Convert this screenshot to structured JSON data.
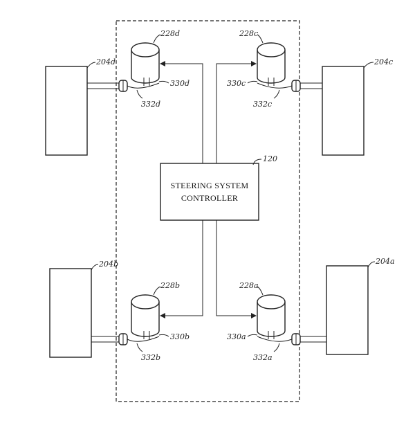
{
  "controller": {
    "line1": "STEERING SYSTEM",
    "line2": "CONTROLLER",
    "ref": "120"
  },
  "wheels": {
    "front_left": "204d",
    "front_right": "204c",
    "rear_left": "204b",
    "rear_right": "204a"
  },
  "actuators": {
    "front_left": "228d",
    "front_right": "228c",
    "rear_left": "228b",
    "rear_right": "228a"
  },
  "shafts": {
    "front_left": "330d",
    "front_right": "330c",
    "rear_left": "330b",
    "rear_right": "330a"
  },
  "joints": {
    "front_left": "332d",
    "front_right": "332c",
    "rear_left": "332b",
    "rear_right": "332a"
  }
}
